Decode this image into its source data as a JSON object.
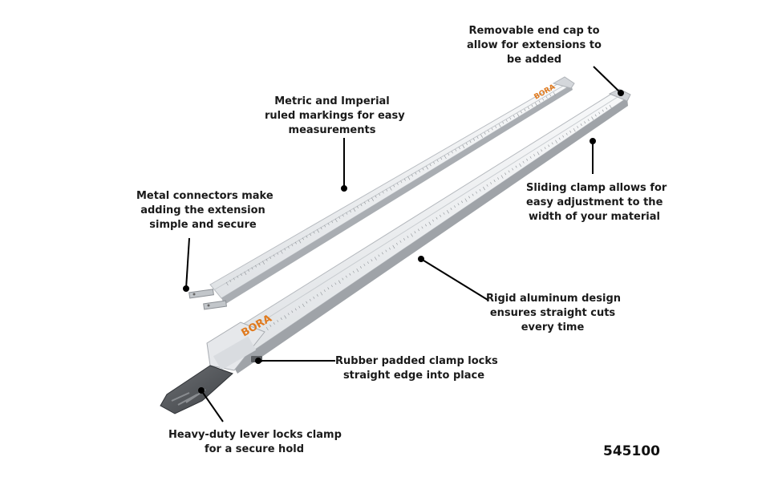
{
  "callouts": {
    "end_cap": [
      "Removable end cap to",
      "allow for extensions to",
      "be added"
    ],
    "markings": [
      "Metric and Imperial",
      "ruled markings for easy",
      "measurements"
    ],
    "connectors": [
      "Metal connectors make",
      "adding the extension",
      "simple and secure"
    ],
    "sliding_clamp": [
      "Sliding clamp allows for",
      "easy adjustment to the",
      "width of your material"
    ],
    "aluminum": [
      "Rigid aluminum design",
      "ensures straight cuts",
      "every time"
    ],
    "rubber_clamp": [
      "Rubber padded clamp locks",
      "straight edge into place"
    ],
    "lever": [
      "Heavy-duty lever locks clamp",
      "for a secure hold"
    ]
  },
  "product": {
    "model_number": "545100",
    "brand_logo_text": "BORA"
  },
  "colors": {
    "aluminum_light": "#eceef0",
    "aluminum_mid": "#c9ccd0",
    "aluminum_dark": "#9a9ea3",
    "handle": "#5b5e62",
    "logo": "#e07a1e",
    "leader_line": "#000000"
  }
}
